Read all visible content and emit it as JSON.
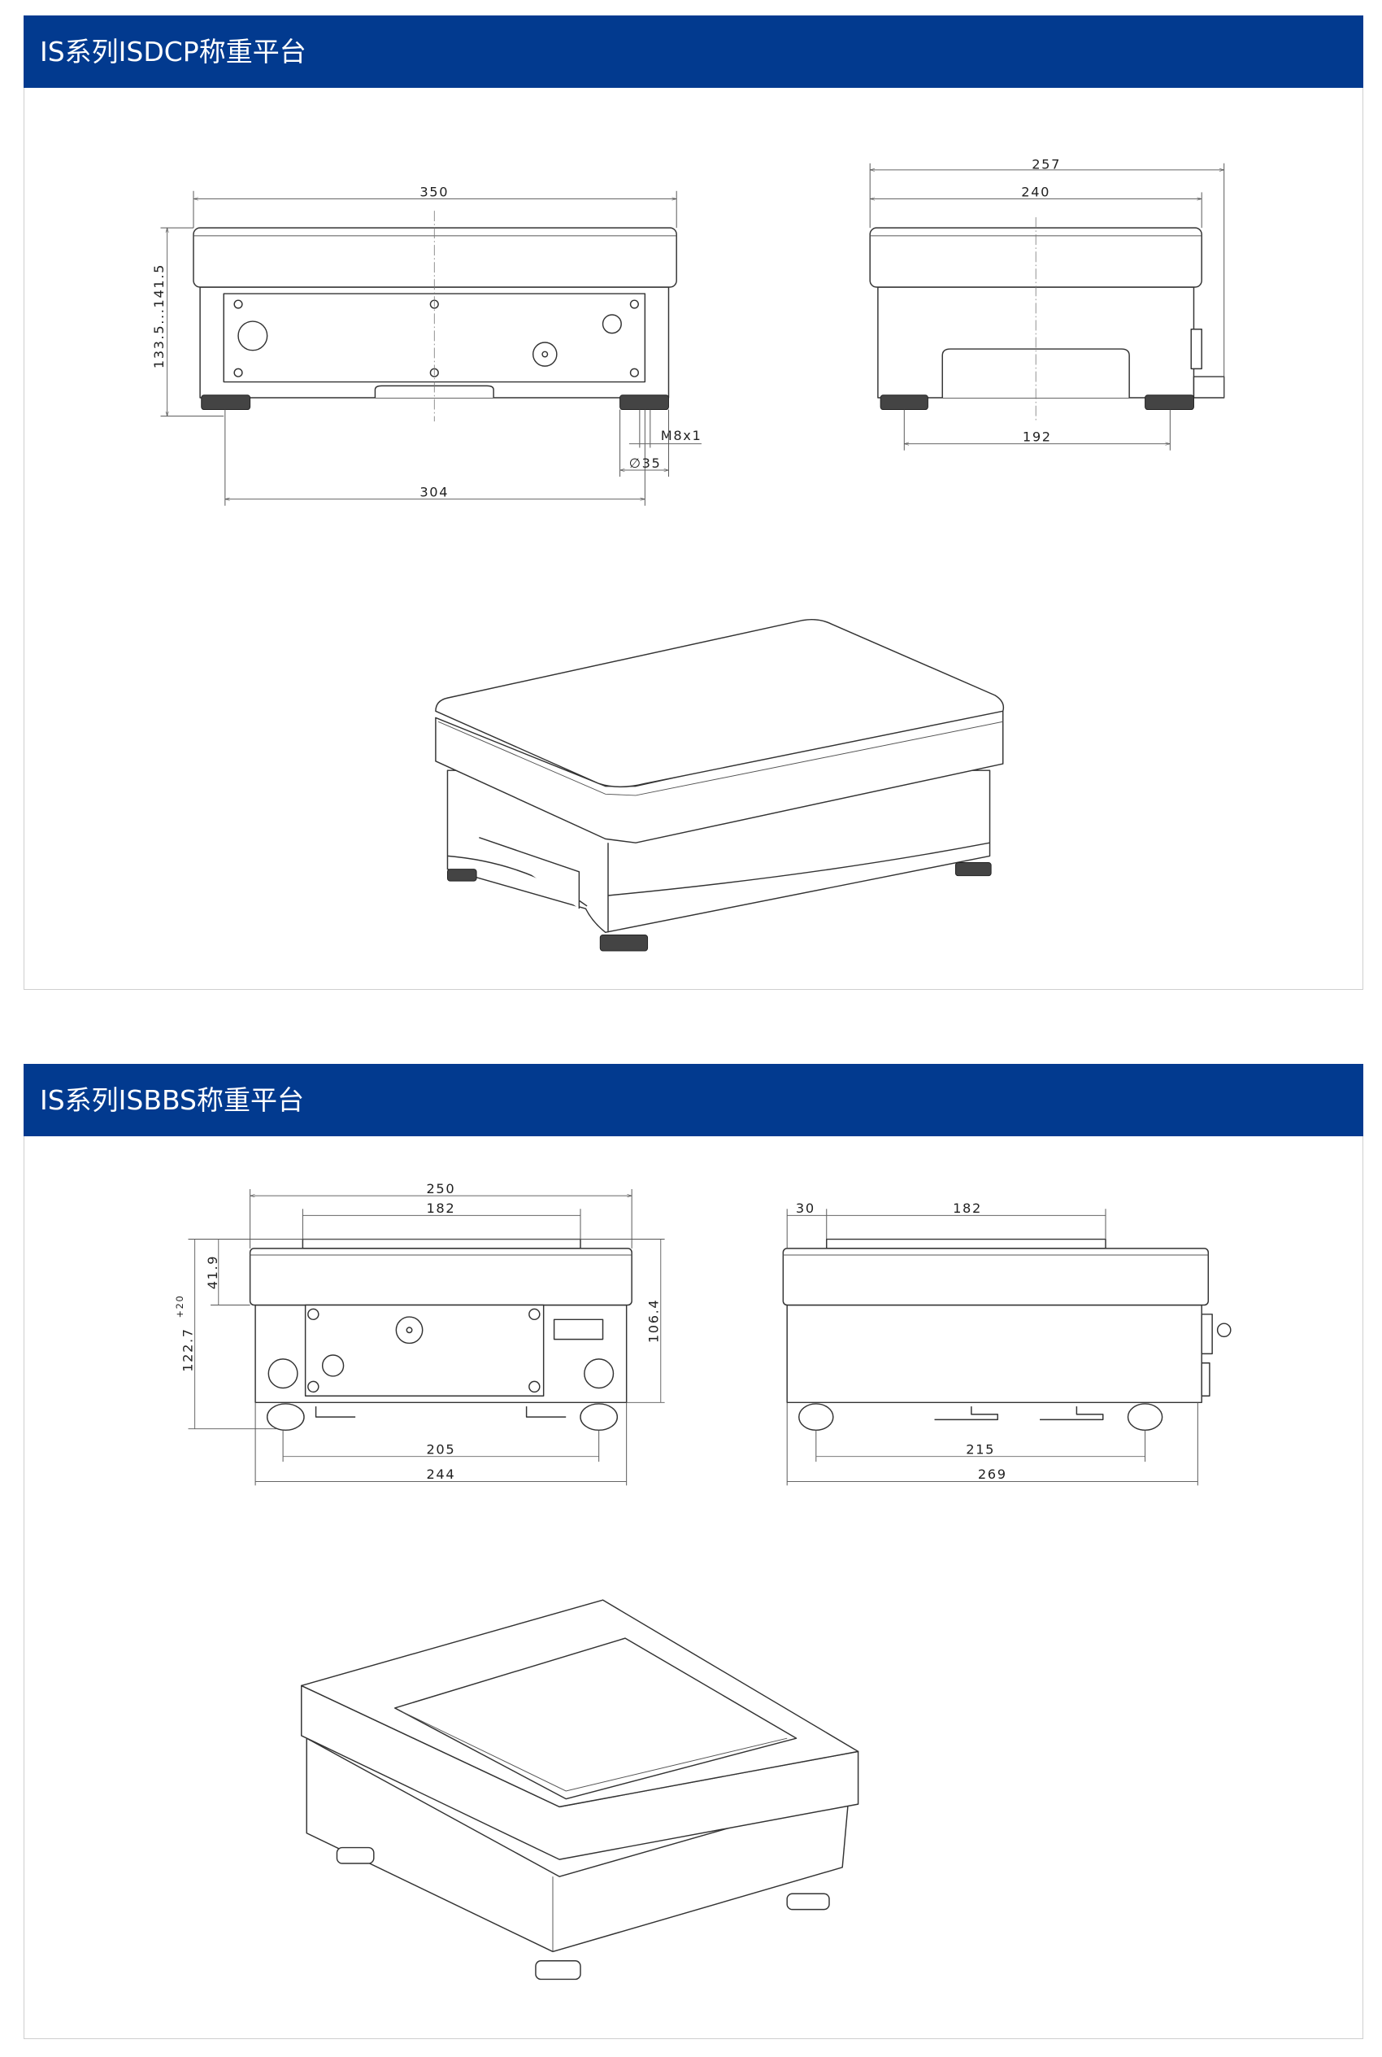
{
  "sections": [
    {
      "title": "IS系列ISDCP称重平台",
      "front_view": {
        "width": "350",
        "height": "133.5...141.5",
        "foot_spacing": "304",
        "thread": "M8x1",
        "foot_diameter": "∅35"
      },
      "side_view": {
        "overall_depth": "257",
        "depth": "240",
        "foot_spacing": "192"
      }
    },
    {
      "title": "IS系列ISBBS称重平台",
      "front_view": {
        "width": "250",
        "pan_width": "182",
        "top_height": "41.9",
        "overall_height": "122.7",
        "tolerance": "+20",
        "body_height": "106.4",
        "foot_spacing": "205",
        "base_width": "244"
      },
      "side_view": {
        "offset": "30",
        "pan_depth": "182",
        "foot_spacing": "215",
        "base_depth": "269"
      }
    }
  ]
}
